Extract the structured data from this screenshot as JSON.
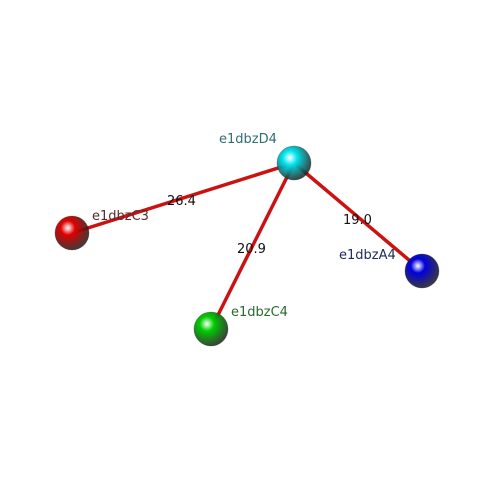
{
  "graph": {
    "nodes": [
      {
        "id": "e1dbzD4",
        "label": "e1dbzD4",
        "color": "#00e5ee",
        "label_color": "#2f6f73"
      },
      {
        "id": "e1dbzC3",
        "label": "e1dbzC3",
        "color": "#e00000",
        "label_color": "#5a2a2a"
      },
      {
        "id": "e1dbzC4",
        "label": "e1dbzC4",
        "color": "#00d000",
        "label_color": "#2a6a2a"
      },
      {
        "id": "e1dbzA4",
        "label": "e1dbzA4",
        "color": "#0000e0",
        "label_color": "#1f2a5a"
      }
    ],
    "edges": [
      {
        "from": "e1dbzD4",
        "to": "e1dbzC3",
        "label": "26.4"
      },
      {
        "from": "e1dbzD4",
        "to": "e1dbzC4",
        "label": "20.9"
      },
      {
        "from": "e1dbzD4",
        "to": "e1dbzA4",
        "label": "19.0"
      }
    ],
    "edge_color": "#cc1111"
  }
}
